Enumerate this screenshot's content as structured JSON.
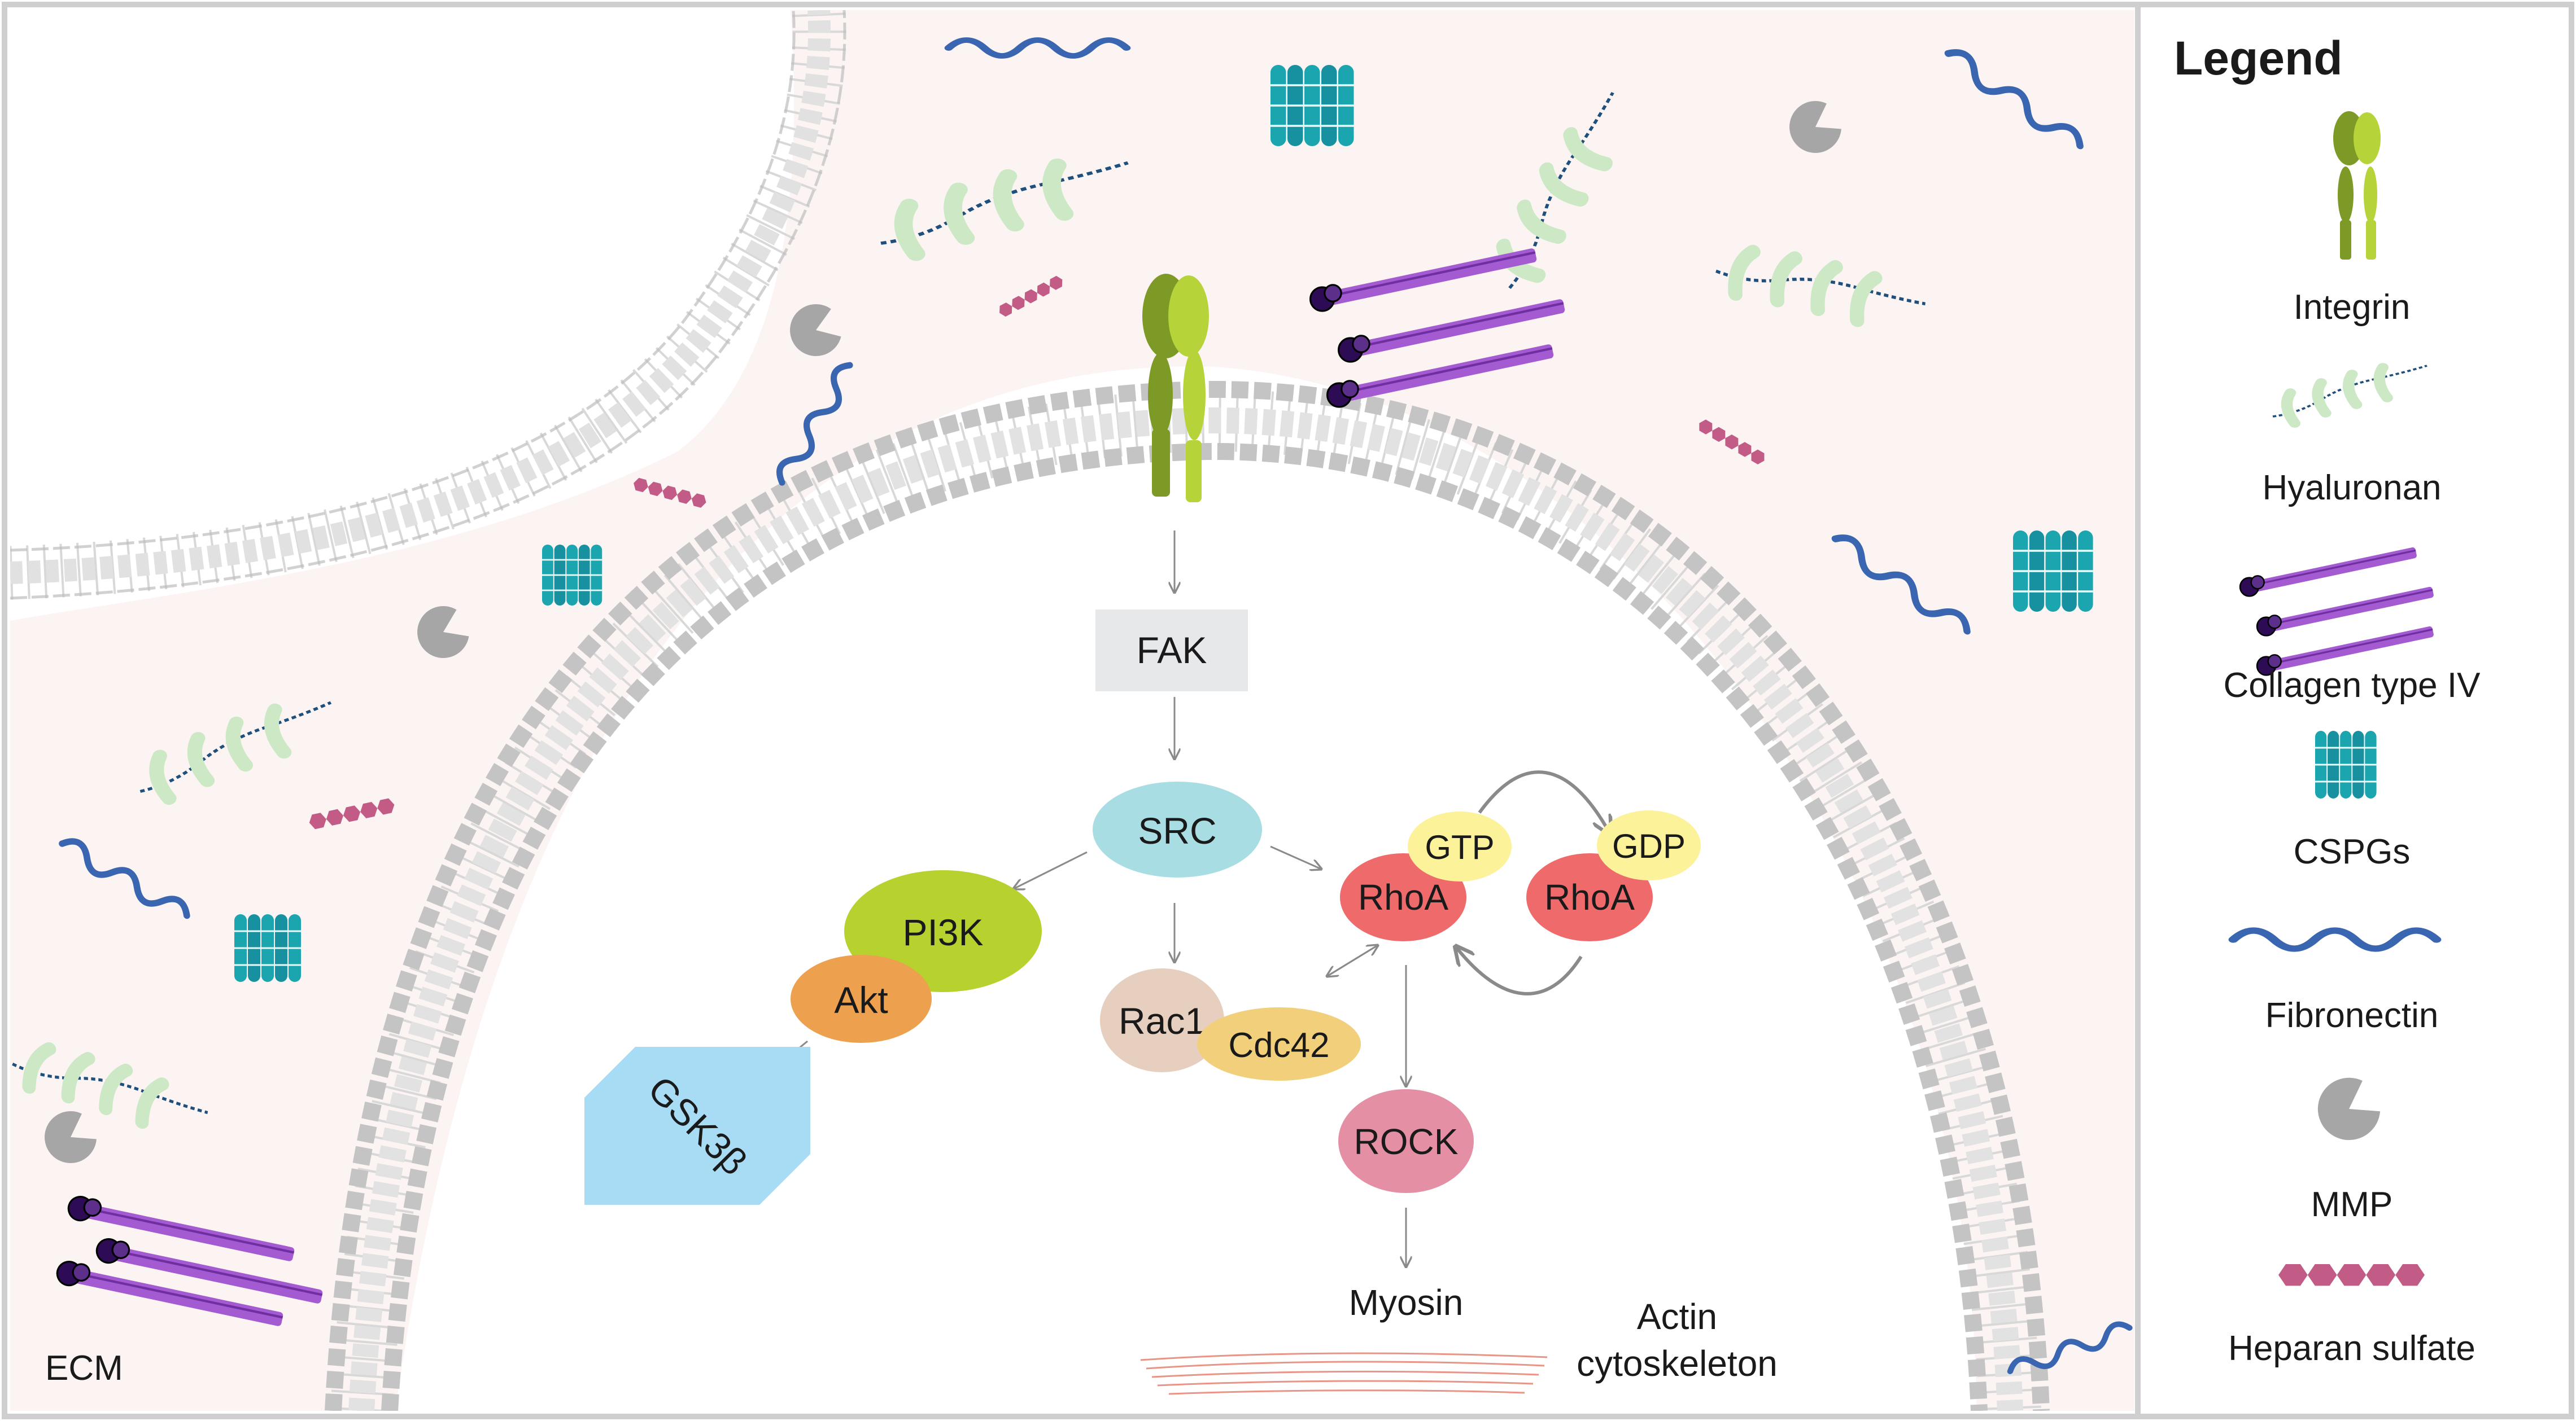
{
  "pathway": {
    "fak": "FAK",
    "src": "SRC",
    "pi3k": "PI3K",
    "akt": "Akt",
    "gsk3b": "GSK3β",
    "rac1": "Rac1",
    "cdc42": "Cdc42",
    "rhoa_active": "RhoA",
    "rhoa_inactive": "RhoA",
    "gtp": "GTP",
    "gdp": "GDP",
    "rock": "ROCK",
    "myosin": "Myosin",
    "actin_line1": "Actin",
    "actin_line2": "cytoskeleton"
  },
  "labels": {
    "ecm": "ECM"
  },
  "legend": {
    "title": "Legend",
    "items": [
      {
        "label": "Integrin",
        "icon": "integrin-icon"
      },
      {
        "label": "Hyaluronan",
        "icon": "hyaluronan-icon"
      },
      {
        "label": "Collagen type IV",
        "icon": "collagen-icon"
      },
      {
        "label": "CSPGs",
        "icon": "cspg-icon"
      },
      {
        "label": "Fibronectin",
        "icon": "fibronectin-icon"
      },
      {
        "label": "MMP",
        "icon": "mmp-icon"
      },
      {
        "label": "Heparan sulfate",
        "icon": "heparan-icon"
      }
    ]
  },
  "colors": {
    "integrin_dark": "#7e9a26",
    "integrin_light": "#b6d33a",
    "fak": "#e7e8ea",
    "src": "#a8dde3",
    "pi3k": "#b7d22e",
    "akt": "#eda14e",
    "gsk3b": "#a8dcf5",
    "rac1": "#e6cfbe",
    "cdc42": "#f2cf7b",
    "rhoa": "#ef6b6b",
    "gtp_gdp": "#fbf29a",
    "rock": "#e58fa5",
    "fibronectin": "#3a65b0",
    "cspg": "#1ba5ae",
    "collagen": "#a45bd2",
    "heparan": "#c25c87",
    "mmp": "#a6a6a6",
    "hyaluronan_strand": "#1f4f7c",
    "hyaluronan_leaf": "#cde8c4",
    "ecm_bg": "#fbf4f3",
    "actin": "#e58a7a"
  }
}
